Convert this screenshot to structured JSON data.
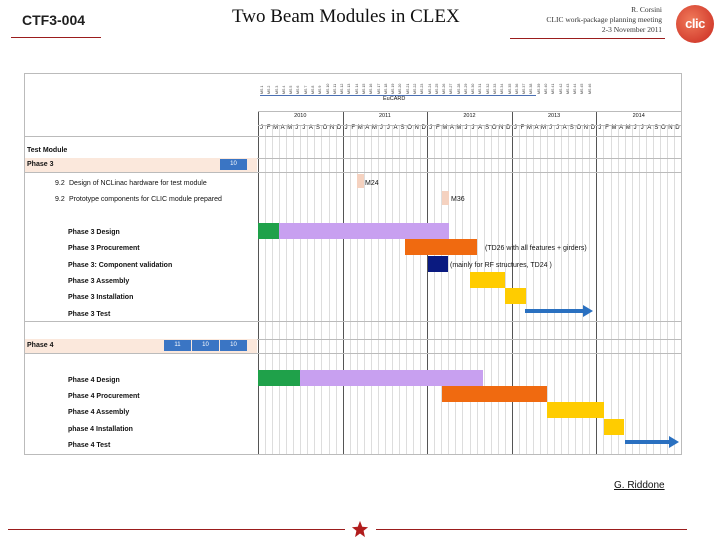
{
  "header": {
    "code": "CTF3-004",
    "title": "Two Beam Modules in CLEX",
    "meta_author": "R. Corsini",
    "meta_meeting": "CLIC work-package planning meeting",
    "meta_date": "2-3 November 2011",
    "logo_text": "clic"
  },
  "gantt": {
    "milestones_header": [
      "MS 1",
      "MS 2",
      "MS 3",
      "MS 4",
      "MS 5",
      "MS 6",
      "MS 7",
      "MS 8",
      "MS 9",
      "MS 10",
      "MS 11",
      "MS 12",
      "MS 13",
      "MS 14",
      "MS 15",
      "MS 16",
      "MS 17",
      "MS 18",
      "MS 19",
      "MS 20",
      "MS 21",
      "MS 22",
      "MS 23",
      "MS 24",
      "MS 25",
      "MS 26",
      "MS 27",
      "MS 28",
      "MS 29",
      "MS 30",
      "MS 31",
      "MS 32",
      "MS 33",
      "MS 34",
      "MS 35",
      "MS 36",
      "MS 37",
      "MS 38",
      "MS 39",
      "MS 40",
      "MS 41",
      "MS 42",
      "MS 43",
      "MS 44",
      "MS 45",
      "MS 46"
    ],
    "eucard_label": "EuCARD",
    "years": [
      "2010",
      "2011",
      "2012",
      "2013",
      "2014"
    ],
    "months": [
      "J",
      "F",
      "M",
      "A",
      "M",
      "J",
      "J",
      "A",
      "S",
      "O",
      "N",
      "D"
    ],
    "test_module_label": "Test Module",
    "phase3": {
      "label": "Phase 3",
      "badge": "10",
      "items": [
        {
          "num": "9.2",
          "label": "Design of NCLinac hardware for test module",
          "milestone": "M24"
        },
        {
          "num": "9.2",
          "label": "Prototype components for CLIC module prepared",
          "milestone": "M36"
        }
      ],
      "tasks": [
        "Phase 3 Design",
        "Phase 3 Procurement",
        "Phase 3: Component validation",
        "Phase 3 Assembly",
        "Phase 3 Installation",
        "Phase 3 Test"
      ],
      "note_procurement": "(TD26 with all features + girders)",
      "note_validation": "(mainly for RF structures, TD24 )"
    },
    "phase4": {
      "label": "Phase 4",
      "badges": [
        "11",
        "10",
        "10"
      ],
      "tasks": [
        "Phase 4 Design",
        "Phase 4 Procurement",
        "Phase 4 Assembly",
        "phase 4 Installation",
        "Phase 4 Test"
      ]
    },
    "colors": {
      "green": "#1fa14a",
      "lilac": "#c8a0f0",
      "orange": "#f06a10",
      "navy": "#0a1a80",
      "yellow": "#ffcc00",
      "blue_arrow": "#2a70c0",
      "milestone_fill": "#f5d2c0",
      "phase_band": "#fbe8dc"
    }
  },
  "footer": {
    "signature": "G. Riddone"
  }
}
